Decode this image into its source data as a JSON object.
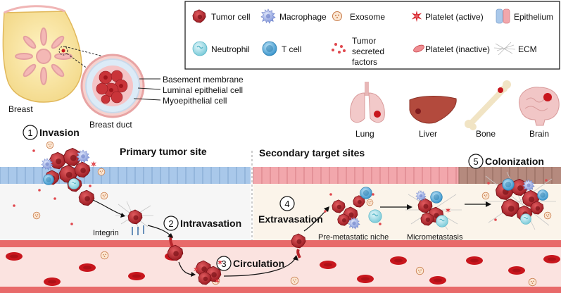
{
  "legend": {
    "items": [
      {
        "label": "Tumor cell",
        "icon": "tumor-cell-icon"
      },
      {
        "label": "Macrophage",
        "icon": "macrophage-icon"
      },
      {
        "label": "Exosome",
        "icon": "exosome-icon"
      },
      {
        "label": "Platelet (active)",
        "icon": "platelet-active-icon"
      },
      {
        "label": "Epithelium",
        "icon": "epithelium-icon"
      },
      {
        "label": "Neutrophil",
        "icon": "neutrophil-icon"
      },
      {
        "label": "T cell",
        "icon": "t-cell-icon"
      },
      {
        "label_lines": [
          "Tumor",
          "secreted",
          "factors"
        ],
        "icon": "tumor-secreted-factors-icon"
      },
      {
        "label": "Platelet (inactive)",
        "icon": "platelet-inactive-icon"
      },
      {
        "label": "ECM",
        "icon": "ecm-icon"
      }
    ]
  },
  "breast": {
    "label": "Breast",
    "duct_label": "Breast duct",
    "callouts": [
      "Basement membrane",
      "Luminal epithelial cell",
      "Myoepithelial cell"
    ]
  },
  "organs": [
    {
      "label": "Lung",
      "icon": "lung-icon"
    },
    {
      "label": "Liver",
      "icon": "liver-icon"
    },
    {
      "label": "Bone",
      "icon": "bone-icon"
    },
    {
      "label": "Brain",
      "icon": "brain-icon"
    }
  ],
  "sites": {
    "primary": "Primary tumor site",
    "secondary": "Secondary target sites"
  },
  "steps": [
    {
      "num": "1",
      "label": "Invasion"
    },
    {
      "num": "2",
      "label": "Intravasation"
    },
    {
      "num": "3",
      "label": "Circulation"
    },
    {
      "num": "4",
      "label": "Extravasation"
    },
    {
      "num": "5",
      "label": "Colonization"
    }
  ],
  "annotations": {
    "integrin": "Integrin",
    "pre_metastatic": "Pre-metastatic niche",
    "micrometastasis": "Micrometastasis"
  },
  "colors": {
    "tumor": "#b8262c",
    "epithelium_primary": "#a9c8ea",
    "epithelium_secondary": "#f2a7ac",
    "epithelium_colonized": "#b58a7e",
    "vessel_bg": "#fbe3e0",
    "rbc": "#c8161d",
    "macrophage": "#9fb0e6",
    "neutrophil": "#8fd3e0",
    "t_cell": "#4aa6d8"
  }
}
